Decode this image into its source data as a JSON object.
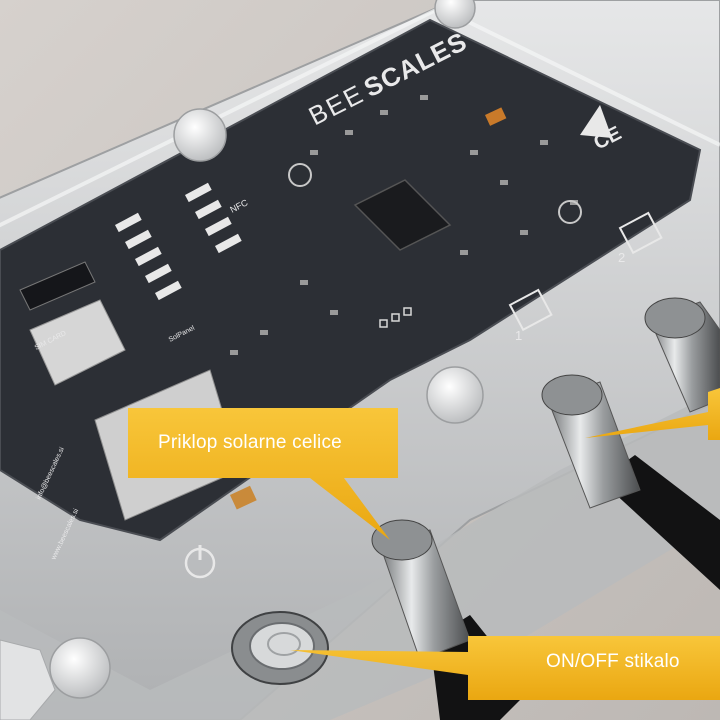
{
  "board": {
    "brand_left": "BEE",
    "brand_right": "SCALES",
    "nfc_label": "NFC",
    "sim_label": "SIM CARD",
    "port1_label": "1",
    "port2_label": "2",
    "ce_mark": "CE",
    "web_text": "www.beescales.si",
    "email_text": "info@beescales.si",
    "solar_label": "SolPanel"
  },
  "callouts": {
    "solar": "Priklop solarne celice",
    "switch": "ON/OFF stikalo"
  },
  "colors": {
    "callout_fill": "#f6bb1e",
    "pcb": "#2c2f35",
    "enclosure": "#d9dadb",
    "background": "#cfcac6"
  }
}
